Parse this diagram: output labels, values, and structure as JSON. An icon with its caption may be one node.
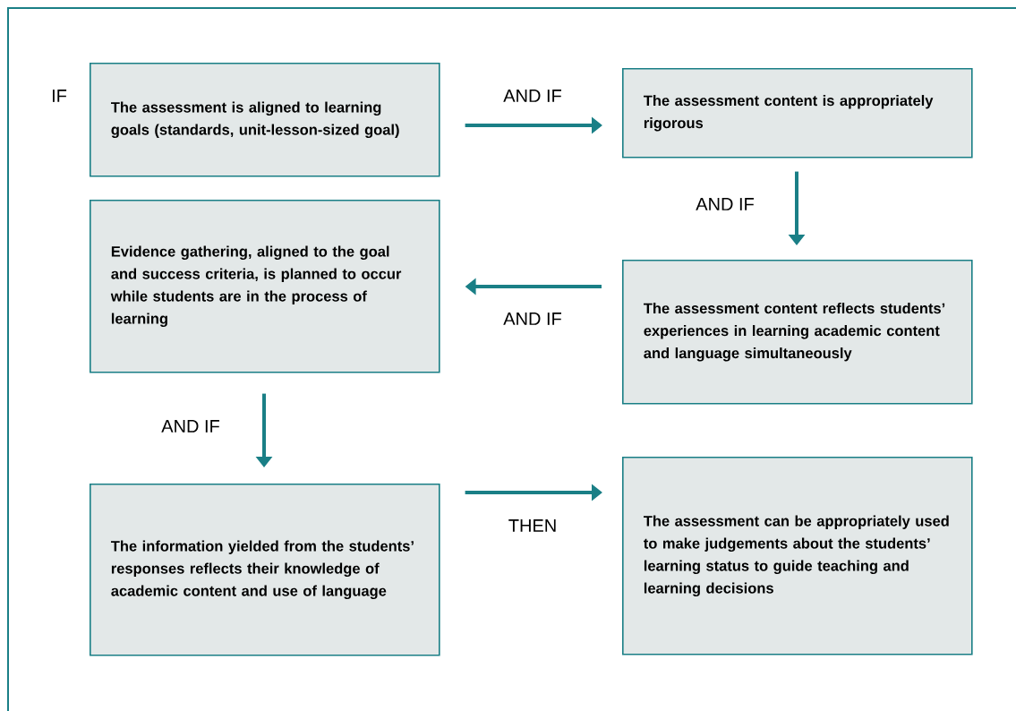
{
  "diagram": {
    "nodes": [
      {
        "text": [
          "The assessment is aligned to learning goals (standards, unit-lesson-sized goal)"
        ],
        "beside": [
          "IF"
        ]
      },
      {
        "text": [
          "The assessment content is appropriately rigorous"
        ]
      },
      {
        "text": [
          "Evidence gathering, aligned to the goal and success criteria, is planned to occur while students are in the process of learning"
        ]
      },
      {
        "text": [
          "The assessment content reflects students’ experiences in learning academic content and language simultaneously"
        ]
      },
      {
        "text": [
          "The information yielded from the students’ responses reflects their knowledge of academic content and use of language"
        ]
      },
      {
        "text": [
          "The assessment can be appropriately used to make judgements about the students’ learning status to guide teaching and learning decisions"
        ]
      }
    ],
    "edges": [
      {
        "from": 0,
        "to": 1,
        "arrow": "to",
        "label": "AND IF"
      },
      {
        "from": 1,
        "to": 3,
        "arrow": "to",
        "label": "AND IF"
      },
      {
        "from": 3,
        "to": 2,
        "arrow": "to",
        "label": "AND IF"
      },
      {
        "from": 2,
        "to": 4,
        "arrow": "to",
        "label": "AND IF"
      },
      {
        "from": 4,
        "to": 5,
        "arrow": "to",
        "label": "THEN"
      }
    ]
  }
}
